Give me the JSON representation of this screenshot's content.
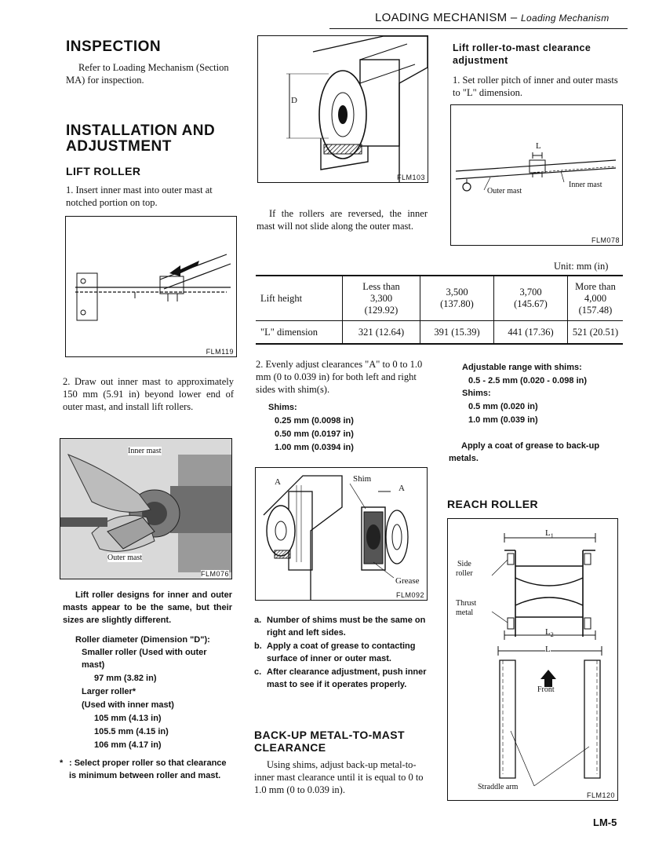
{
  "header": {
    "section": "LOADING MECHANISM",
    "sub": "Loading Mechanism"
  },
  "inspection": {
    "title": "INSPECTION",
    "text": "Refer to Loading Mechanism (Section MA) for inspection."
  },
  "installation": {
    "title_line1": "INSTALLATION AND",
    "title_line2": "ADJUSTMENT",
    "lift_roller_title": "LIFT ROLLER",
    "step1": "1.  Insert inner mast into outer mast at notched portion on top.",
    "step2": "2.  Draw out inner mast to approximately 150 mm (5.91 in) beyond lower end of outer mast, and install lift rollers.",
    "note": "Lift roller designs for inner and outer masts appear to be the same, but their sizes are slightly different.",
    "roller_diameter_title": "Roller diameter (Dimension \"D\"):",
    "smaller_roller_line1": "Smaller roller (Used with outer",
    "smaller_roller_line2": "mast)",
    "smaller_value": "97 mm (3.82 in)",
    "larger_roller": "Larger roller*",
    "larger_used": "(Used with inner mast)",
    "larger_values": [
      "105 mm (4.13 in)",
      "105.5 mm (4.15 in)",
      "106 mm (4.17 in)"
    ],
    "footnote_mark": "*",
    "footnote": ": Select proper roller so that clearance is minimum between roller and mast."
  },
  "figures": {
    "flm119": {
      "label": "FLM119"
    },
    "flm076": {
      "label": "FLM076",
      "inner_mast": "Inner mast",
      "outer_mast": "Outer mast"
    },
    "flm103": {
      "label": "FLM103",
      "d": "D"
    },
    "flm092": {
      "label": "FLM092",
      "a_left": "A",
      "shim": "Shim",
      "a_right": "A",
      "grease": "Grease"
    },
    "flm078": {
      "label": "FLM078",
      "l": "L",
      "outer_mast": "Outer mast",
      "inner_mast": "Inner mast"
    },
    "flm120": {
      "label": "FLM120",
      "l1": "L",
      "l1_sub": "1",
      "side_roller_1": "Side",
      "side_roller_2": "roller",
      "thrust_1": "Thrust",
      "thrust_2": "metal",
      "l2": "L",
      "l2_sub": "2",
      "l": "L",
      "front": "Front",
      "straddle_arm": "Straddle arm"
    }
  },
  "middle": {
    "reversed_text": "If the rollers are reversed, the inner mast will not slide along the outer mast.",
    "step2": "2.  Evenly adjust clearances \"A\" to 0 to 1.0 mm (0 to 0.039 in) for both left and right sides with shim(s).",
    "shims_title": "Shims:",
    "shims": [
      "0.25 mm (0.0098 in)",
      "0.50 mm (0.0197 in)",
      "1.00 mm (0.0394 in)"
    ],
    "notes": [
      {
        "mark": "a.",
        "text": "Number of shims must be the same on right and left sides."
      },
      {
        "mark": "b.",
        "text": "Apply a coat of grease to contacting surface of inner or outer mast."
      },
      {
        "mark": "c.",
        "text": "After clearance adjustment, push inner mast to see if it operates properly."
      }
    ],
    "backup_title_line1": "BACK-UP METAL-TO-MAST",
    "backup_title_line2": "CLEARANCE",
    "backup_text": "Using shims, adjust back-up metal-to-inner mast clearance until it is equal to 0 to 1.0 mm (0 to 0.039 in)."
  },
  "right": {
    "title_line1": "Lift roller-to-mast clearance",
    "title_line2": "adjustment",
    "step1": "1.  Set roller pitch of inner and outer masts to \"L\" dimension.",
    "unit": "Unit:  mm (in)",
    "adj_range_title": "Adjustable range with shims:",
    "adj_range": "0.5 - 2.5 mm (0.020 - 0.098 in)",
    "shims_title": "Shims:",
    "shims": [
      "0.5 mm (0.020 in)",
      "1.0 mm (0.039 in)"
    ],
    "grease_note": "Apply a coat of grease to back-up metals.",
    "reach_roller_title": "REACH ROLLER"
  },
  "table": {
    "row1_label": "Lift height",
    "c1": [
      "Less than",
      "3,300",
      "(129.92)"
    ],
    "c2": [
      "3,500",
      "(137.80)"
    ],
    "c3": [
      "3,700",
      "(145.67)"
    ],
    "c4": [
      "More than",
      "4,000",
      "(157.48)"
    ],
    "row2_label": "\"L\" dimension",
    "row2": [
      "321 (12.64)",
      "391 (15.39)",
      "441 (17.36)",
      "521 (20.51)"
    ]
  },
  "page_number": "LM-5"
}
